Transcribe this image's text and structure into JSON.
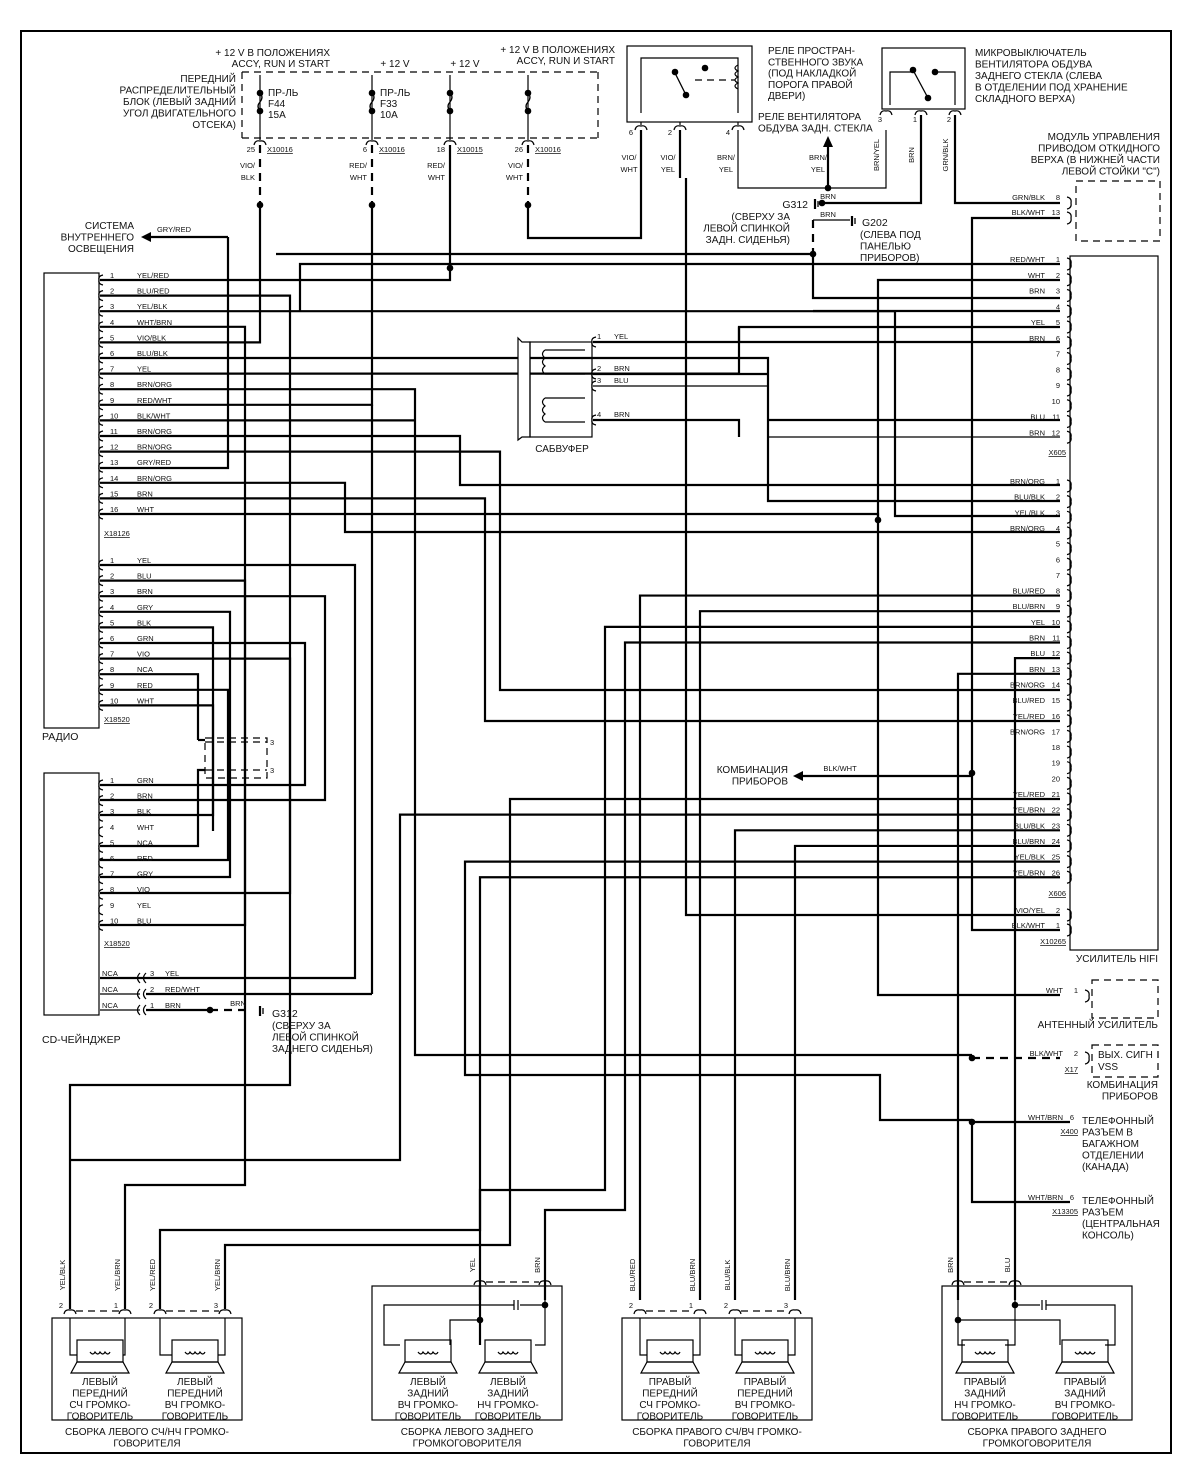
{
  "fuse_block": {
    "supply_left": [
      "+ 12 V  В ПОЛОЖЕНИЯХ",
      "ACCY, RUN И START"
    ],
    "supply_mid1": "+ 12 V",
    "supply_mid2": "+ 12 V",
    "supply_right": [
      "+ 12 V  В ПОЛОЖЕНИЯХ",
      "ACCY, RUN И START"
    ],
    "label": [
      "ПЕРЕДНИЙ",
      "РАСПРЕДЕЛИТЕЛЬНЫЙ",
      "БЛОК (ЛЕВЫЙ ЗАДНИЙ",
      "УГОЛ ДВИГАТЕЛЬНОГО",
      "ОТСЕКА)"
    ],
    "fuses": [
      {
        "name": "ПР-ЛЬ",
        "id": "F44",
        "rating": "15A",
        "pin": "25",
        "connector": "X10016",
        "wire": [
          "VIO/",
          "BLK"
        ]
      },
      {
        "name": "ПР-ЛЬ",
        "id": "F33",
        "rating": "10A",
        "pin": "6",
        "connector": "X10016",
        "wire": [
          "RED/",
          "WHT"
        ]
      },
      {
        "name": "",
        "id": "",
        "rating": "",
        "pin": "18",
        "connector": "X10015",
        "wire": [
          "RED/",
          "WHT"
        ]
      },
      {
        "name": "",
        "id": "",
        "rating": "",
        "pin": "26",
        "connector": "X10016",
        "wire": [
          "VIO/",
          "WHT"
        ]
      }
    ]
  },
  "surround_relay": {
    "label": [
      "РЕЛЕ ПРОСТРАН-",
      "СТВЕННОГО ЗВУКА",
      "(ПОД НАКЛАДКОЙ",
      "ПОРОГА ПРАВОЙ",
      "ДВЕРИ)"
    ],
    "pins": [
      {
        "pin": "6",
        "wire": [
          "VIO/",
          "WHT"
        ]
      },
      {
        "pin": "2",
        "wire": [
          "VIO/",
          "YEL"
        ]
      },
      {
        "pin": "4",
        "wire": [
          "BRN/",
          "YEL"
        ]
      }
    ]
  },
  "fan_relay": {
    "label": [
      "РЕЛЕ ВЕНТИЛЯТОРА",
      "ОБДУВА ЗАДН. СТЕКЛА"
    ],
    "wire": [
      "BRN/",
      "YEL"
    ]
  },
  "microswitch": {
    "label": [
      "МИКРОВЫКЛЮЧАТЕЛЬ",
      "ВЕНТИЛЯТОРА ОБДУВА",
      "ЗАДНЕГО СТЕКЛА (СЛЕВА",
      "В ОТДЕЛЕНИИ ПОД ХРАНЕНИЕ",
      "СКЛАДНОГО ВЕРХА)"
    ],
    "pins": [
      {
        "pin": "3",
        "wire": "BRN/YEL"
      },
      {
        "pin": "1",
        "wire": "BRN"
      },
      {
        "pin": "2",
        "wire": "GRN/BLK"
      }
    ]
  },
  "grounds": {
    "g312_top": {
      "id": "G312",
      "wire": "BRN",
      "label": [
        "(СВЕРХУ ЗА",
        "ЛЕВОЙ СПИНКОЙ",
        "ЗАДН. СИДЕНЬЯ)"
      ]
    },
    "g202": {
      "id": "G202",
      "wire": "BRN",
      "label": [
        "(СЛЕВА ПОД",
        "ПАНЕЛЬЮ",
        "ПРИБОРОВ)"
      ]
    },
    "g312_bottom": {
      "id": "G312",
      "wire": "BRN",
      "label": [
        "(СВЕРХУ ЗА",
        "ЛЕВОЙ СПИНКОЙ",
        "ЗАДНЕГО СИДЕНЬЯ)"
      ]
    }
  },
  "top_module": {
    "label": [
      "МОДУЛЬ УПРАВЛЕНИЯ",
      "ПРИВОДОМ ОТКИДНОГО",
      "ВЕРХА (В НИЖНЕЙ ЧАСТИ",
      "ЛЕВОЙ СТОЙКИ \"C\")"
    ],
    "pins": [
      {
        "wire": "GRN/BLK",
        "pin": "8"
      },
      {
        "wire": "BLK/WHT",
        "pin": "13"
      }
    ]
  },
  "interior_lighting": {
    "label": [
      "СИСТЕМА",
      "ВНУТРЕННЕГО",
      "ОСВЕЩЕНИЯ"
    ],
    "wire": "GRY/RED"
  },
  "radio": {
    "label": "РАДИО",
    "connector1": "X18126",
    "pins1": [
      {
        "pin": "1",
        "wire": "YEL/RED"
      },
      {
        "pin": "2",
        "wire": "BLU/RED"
      },
      {
        "pin": "3",
        "wire": "YEL/BLK"
      },
      {
        "pin": "4",
        "wire": "WHT/BRN"
      },
      {
        "pin": "5",
        "wire": "VIO/BLK"
      },
      {
        "pin": "6",
        "wire": "BLU/BLK"
      },
      {
        "pin": "7",
        "wire": "YEL"
      },
      {
        "pin": "8",
        "wire": "BRN/ORG"
      },
      {
        "pin": "9",
        "wire": "RED/WHT"
      },
      {
        "pin": "10",
        "wire": "BLK/WHT"
      },
      {
        "pin": "11",
        "wire": "BRN/ORG"
      },
      {
        "pin": "12",
        "wire": "BRN/ORG"
      },
      {
        "pin": "13",
        "wire": "GRY/RED"
      },
      {
        "pin": "14",
        "wire": "BRN/ORG"
      },
      {
        "pin": "15",
        "wire": "BRN"
      },
      {
        "pin": "16",
        "wire": "WHT"
      }
    ],
    "connector2": "X18520",
    "pins2": [
      {
        "pin": "1",
        "wire": "YEL"
      },
      {
        "pin": "2",
        "wire": "BLU"
      },
      {
        "pin": "3",
        "wire": "BRN"
      },
      {
        "pin": "4",
        "wire": "GRY"
      },
      {
        "pin": "5",
        "wire": "BLK"
      },
      {
        "pin": "6",
        "wire": "GRN"
      },
      {
        "pin": "7",
        "wire": "VIO"
      },
      {
        "pin": "8",
        "wire": "NCA"
      },
      {
        "pin": "9",
        "wire": "RED"
      },
      {
        "pin": "10",
        "wire": "WHT"
      }
    ]
  },
  "cd_changer": {
    "label": "CD-ЧЕЙНДЖЕР",
    "connector": "X18520",
    "pins": [
      {
        "pin": "1",
        "wire": "GRN"
      },
      {
        "pin": "2",
        "wire": "BRN"
      },
      {
        "pin": "3",
        "wire": "BLK"
      },
      {
        "pin": "4",
        "wire": "WHT"
      },
      {
        "pin": "5",
        "wire": "NCA"
      },
      {
        "pin": "6",
        "wire": "RED"
      },
      {
        "pin": "7",
        "wire": "GRY"
      },
      {
        "pin": "8",
        "wire": "VIO"
      },
      {
        "pin": "9",
        "wire": "YEL"
      },
      {
        "pin": "10",
        "wire": "BLU"
      }
    ],
    "power_pins": [
      {
        "left": "NCA",
        "pin": "3",
        "wire": "YEL"
      },
      {
        "left": "NCA",
        "pin": "2",
        "wire": "RED/WHT"
      },
      {
        "left": "NCA",
        "pin": "1",
        "wire": "BRN"
      }
    ]
  },
  "shield_pins": [
    "3",
    "3"
  ],
  "subwoofer": {
    "label": "САБВУФЕР",
    "pins": [
      {
        "pin": "1",
        "wire": "YEL"
      },
      {
        "pin": "2",
        "wire": "BRN"
      },
      {
        "pin": "3",
        "wire": "BLU"
      },
      {
        "pin": "4",
        "wire": "BRN"
      }
    ]
  },
  "instrument_cluster_arrow": {
    "label": [
      "КОМБИНАЦИЯ",
      "ПРИБОРОВ"
    ],
    "wire": "BLK/WHT"
  },
  "amplifier": {
    "label": "УСИЛИТЕЛЬ HIFI",
    "connector_a": "X605",
    "pins_a": [
      {
        "pin": "1",
        "wire": "RED/WHT"
      },
      {
        "pin": "2",
        "wire": "WHT"
      },
      {
        "pin": "3",
        "wire": "BRN"
      },
      {
        "pin": "4",
        "wire": ""
      },
      {
        "pin": "5",
        "wire": "YEL"
      },
      {
        "pin": "6",
        "wire": "BRN"
      },
      {
        "pin": "7",
        "wire": ""
      },
      {
        "pin": "8",
        "wire": ""
      },
      {
        "pin": "9",
        "wire": ""
      },
      {
        "pin": "10",
        "wire": ""
      },
      {
        "pin": "11",
        "wire": "BLU"
      },
      {
        "pin": "12",
        "wire": "BRN"
      }
    ],
    "connector_b": "X606",
    "pins_b": [
      {
        "pin": "1",
        "wire": "BRN/ORG"
      },
      {
        "pin": "2",
        "wire": "BLU/BLK"
      },
      {
        "pin": "3",
        "wire": "YEL/BLK"
      },
      {
        "pin": "4",
        "wire": "BRN/ORG"
      },
      {
        "pin": "5",
        "wire": ""
      },
      {
        "pin": "6",
        "wire": ""
      },
      {
        "pin": "7",
        "wire": ""
      },
      {
        "pin": "8",
        "wire": "BLU/RED"
      },
      {
        "pin": "9",
        "wire": "BLU/BRN"
      },
      {
        "pin": "10",
        "wire": "YEL"
      },
      {
        "pin": "11",
        "wire": "BRN"
      },
      {
        "pin": "12",
        "wire": "BLU"
      },
      {
        "pin": "13",
        "wire": "BRN"
      },
      {
        "pin": "14",
        "wire": "BRN/ORG"
      },
      {
        "pin": "15",
        "wire": "BLU/RED"
      },
      {
        "pin": "16",
        "wire": "YEL/RED"
      },
      {
        "pin": "17",
        "wire": "BRN/ORG"
      },
      {
        "pin": "18",
        "wire": ""
      },
      {
        "pin": "19",
        "wire": ""
      },
      {
        "pin": "20",
        "wire": ""
      },
      {
        "pin": "21",
        "wire": "YEL/RED"
      },
      {
        "pin": "22",
        "wire": "YEL/BRN"
      },
      {
        "pin": "23",
        "wire": "BLU/BLK"
      },
      {
        "pin": "24",
        "wire": "BLU/BRN"
      },
      {
        "pin": "25",
        "wire": "YEL/BLK"
      },
      {
        "pin": "26",
        "wire": "YEL/BRN"
      }
    ],
    "connector_c": "X10265",
    "pins_c": [
      {
        "pin": "2",
        "wire": "VIO/YEL"
      },
      {
        "pin": "1",
        "wire": "BLK/WHT"
      }
    ]
  },
  "antenna_amp": {
    "label": "АНТЕННЫЙ УСИЛИТЕЛЬ",
    "pin": "1",
    "wire": "WHT"
  },
  "cluster_vss": {
    "box": [
      "ВЫХ. СИГН",
      "VSS"
    ],
    "label": [
      "КОМБИНАЦИЯ",
      "ПРИБОРОВ"
    ],
    "pin": "2",
    "wire": "BLK/WHT",
    "connector": "X17"
  },
  "phone_trunk": {
    "label": [
      "ТЕЛЕФОННЫЙ",
      "РАЗЪЕМ В",
      "БАГАЖНОМ",
      "ОТДЕЛЕНИИ",
      "(КАНАДА)"
    ],
    "pin": "6",
    "wire": "WHT/BRN",
    "connector": "X400"
  },
  "phone_console": {
    "label": [
      "ТЕЛЕФОННЫЙ",
      "РАЗЪЕМ",
      "(ЦЕНТРАЛЬНАЯ",
      "КОНСОЛЬ)"
    ],
    "pin": "6",
    "wire": "WHT/BRN",
    "connector": "X13305"
  },
  "speaker_assemblies": [
    {
      "title": [
        "СБОРКА ЛЕВОГО СЧ/НЧ ГРОМКО-",
        "ГОВОРИТЕЛЯ"
      ],
      "wires": [
        {
          "wire": "YEL/BLK",
          "pin": "2"
        },
        {
          "wire": "YEL/BRN",
          "pin": "1"
        },
        {
          "wire": "YEL/RED",
          "pin": "2"
        },
        {
          "wire": "YEL/BRN",
          "pin": "3"
        }
      ],
      "speakers": [
        [
          "ЛЕВЫЙ",
          "ПЕРЕДНИЙ",
          "СЧ ГРОМКО-",
          "ГОВОРИТЕЛЬ"
        ],
        [
          "ЛЕВЫЙ",
          "ПЕРЕДНИЙ",
          "ВЧ ГРОМКО-",
          "ГОВОРИТЕЛЬ"
        ]
      ]
    },
    {
      "title": [
        "СБОРКА ЛЕВОГО ЗАДНЕГО",
        "ГРОМКОГОВОРИТЕЛЯ"
      ],
      "wires": [
        {
          "wire": "YEL",
          "pin": ""
        },
        {
          "wire": "BRN",
          "pin": ""
        }
      ],
      "speakers": [
        [
          "ЛЕВЫЙ",
          "ЗАДНИЙ",
          "ВЧ ГРОМКО-",
          "ГОВОРИТЕЛЬ"
        ],
        [
          "ЛЕВЫЙ",
          "ЗАДНИЙ",
          "НЧ ГРОМКО-",
          "ГОВОРИТЕЛЬ"
        ]
      ]
    },
    {
      "title": [
        "СБОРКА ПРАВОГО СЧ/ВЧ ГРОМКО-",
        "ГОВОРИТЕЛЯ"
      ],
      "wires": [
        {
          "wire": "BLU/RED",
          "pin": "2"
        },
        {
          "wire": "BLU/BRN",
          "pin": "1"
        },
        {
          "wire": "BLU/BLK",
          "pin": "2"
        },
        {
          "wire": "BLU/BRN",
          "pin": "3"
        }
      ],
      "speakers": [
        [
          "ПРАВЫЙ",
          "ПЕРЕДНИЙ",
          "СЧ ГРОМКО-",
          "ГОВОРИТЕЛЬ"
        ],
        [
          "ПРАВЫЙ",
          "ПЕРЕДНИЙ",
          "ВЧ ГРОМКО-",
          "ГОВОРИТЕЛЬ"
        ]
      ]
    },
    {
      "title": [
        "СБОРКА ПРАВОГО ЗАДНЕГО",
        "ГРОМКОГОВОРИТЕЛЯ"
      ],
      "wires": [
        {
          "wire": "BRN",
          "pin": ""
        },
        {
          "wire": "BLU",
          "pin": ""
        }
      ],
      "speakers": [
        [
          "ПРАВЫЙ",
          "ЗАДНИЙ",
          "НЧ ГРОМКО-",
          "ГОВОРИТЕЛЬ"
        ],
        [
          "ПРАВЫЙ",
          "ЗАДНИЙ",
          "ВЧ ГРОМКО-",
          "ГОВОРИТЕЛЬ"
        ]
      ]
    }
  ]
}
